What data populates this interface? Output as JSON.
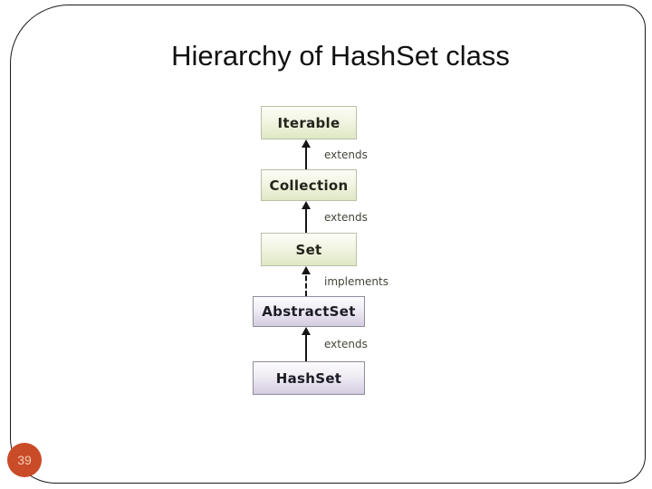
{
  "slide": {
    "title": "Hierarchy of HashSet class",
    "page_number": "39"
  },
  "colors": {
    "page_badge": "#c94b28",
    "green_node_top": "#fcfdf6",
    "green_node_bottom": "#dfe8c5",
    "green_node_border": "#b9c0a5",
    "purple_node_top": "#fdfcfe",
    "purple_node_bottom": "#d4cce1",
    "purple_node_border": "#8f8c9b",
    "arrow": "#151515",
    "edge_label_text": "#45443a",
    "frame_border": "#1a1a1a"
  },
  "diagram": {
    "nodes": [
      {
        "label": "Iterable",
        "style": "green"
      },
      {
        "label": "Collection",
        "style": "green"
      },
      {
        "label": "Set",
        "style": "green"
      },
      {
        "label": "AbstractSet",
        "style": "purple"
      },
      {
        "label": "HashSet",
        "style": "purple"
      }
    ],
    "edges": [
      {
        "label": "extends",
        "line": "solid",
        "from": "Collection",
        "to": "Iterable"
      },
      {
        "label": "extends",
        "line": "solid",
        "from": "Set",
        "to": "Collection"
      },
      {
        "label": "implements",
        "line": "dashed",
        "from": "AbstractSet",
        "to": "Set"
      },
      {
        "label": "extends",
        "line": "solid",
        "from": "HashSet",
        "to": "AbstractSet"
      }
    ]
  }
}
